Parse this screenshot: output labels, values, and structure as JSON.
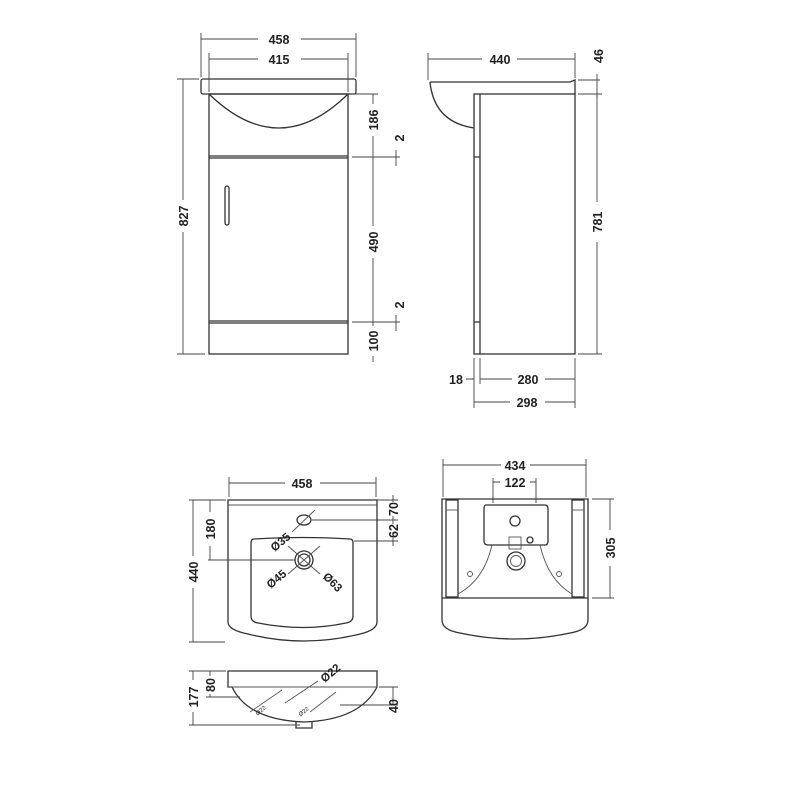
{
  "front_view": {
    "overall_width": "458",
    "inner_width": "415",
    "overall_height": "827",
    "basin_height": "186",
    "gap_top": "2",
    "door_height": "490",
    "gap_bottom": "2",
    "plinth_height": "100"
  },
  "side_view": {
    "overall_depth": "440",
    "basin_lip": "46",
    "cabinet_height": "781",
    "door_thickness": "18",
    "carcass_depth": "280",
    "cabinet_depth": "298"
  },
  "basin_top_view": {
    "width": "458",
    "depth": "440",
    "waste_from_back": "180",
    "tap_from_back": "70",
    "bowl_from_tap": "62",
    "tap_hole": "Ø35",
    "waste_hole": "Ø45",
    "waste_outer": "Ø63"
  },
  "basin_side_view": {
    "overflow": "Ø22",
    "height": "177",
    "rim_height": "80",
    "waste_depth": "40",
    "overflow_small_left": "Ø22",
    "overflow_small_right": "Ø22"
  },
  "basin_back_view": {
    "width": "434",
    "fixing_centres": "122",
    "height": "305"
  }
}
